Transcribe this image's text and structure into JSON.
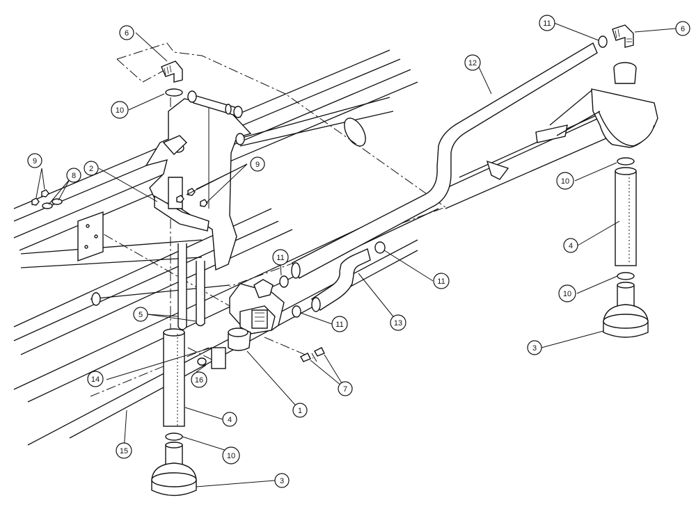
{
  "callouts": [
    {
      "id": "c1",
      "label": "1"
    },
    {
      "id": "c2",
      "label": "2"
    },
    {
      "id": "c3a",
      "label": "3"
    },
    {
      "id": "c3b",
      "label": "3"
    },
    {
      "id": "c4a",
      "label": "4"
    },
    {
      "id": "c4b",
      "label": "4"
    },
    {
      "id": "c5",
      "label": "5"
    },
    {
      "id": "c6a",
      "label": "6"
    },
    {
      "id": "c6b",
      "label": "6"
    },
    {
      "id": "c7",
      "label": "7"
    },
    {
      "id": "c8",
      "label": "8"
    },
    {
      "id": "c9a",
      "label": "9"
    },
    {
      "id": "c9b",
      "label": "9"
    },
    {
      "id": "c10a",
      "label": "10"
    },
    {
      "id": "c10b",
      "label": "10"
    },
    {
      "id": "c10c",
      "label": "10"
    },
    {
      "id": "c10d",
      "label": "10"
    },
    {
      "id": "c11a",
      "label": "11"
    },
    {
      "id": "c11b",
      "label": "11"
    },
    {
      "id": "c11c",
      "label": "11"
    },
    {
      "id": "c11d",
      "label": "11"
    },
    {
      "id": "c12",
      "label": "12"
    },
    {
      "id": "c13",
      "label": "13"
    },
    {
      "id": "c14",
      "label": "14"
    },
    {
      "id": "c15",
      "label": "15"
    },
    {
      "id": "c16",
      "label": "16"
    }
  ]
}
